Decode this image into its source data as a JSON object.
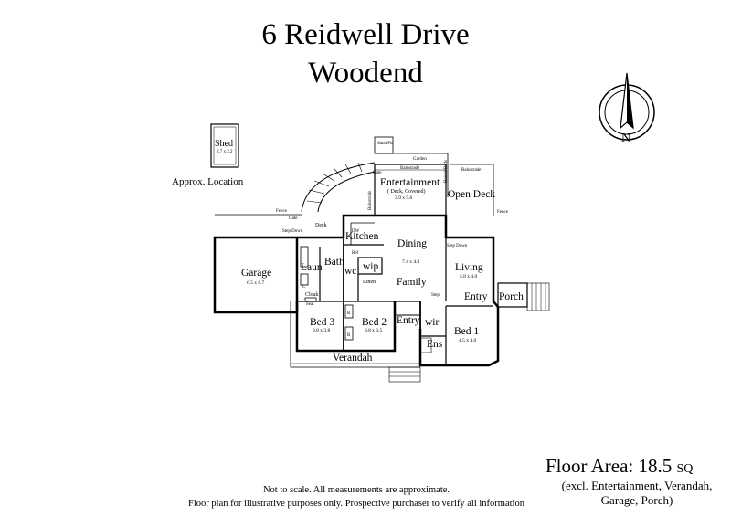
{
  "title": {
    "line1": "6 Reidwell Drive",
    "line2": "Woodend"
  },
  "compass": {
    "letter": "N"
  },
  "shed": {
    "name": "Shed",
    "dims": "2.7 x 2.2",
    "note": "Approx. Location"
  },
  "rooms": {
    "entertainment": {
      "name": "Entertainment",
      "sub": "( Deck, Covered)",
      "dims": "3.9 x 5.6"
    },
    "open_deck": "Open Deck",
    "kitchen": "Kitchen",
    "dining": "Dining",
    "family": "Family",
    "family_dims": "7.4 x 4.8",
    "garage": {
      "name": "Garage",
      "dims": "6.5 x 6.7"
    },
    "laundry": "Laun",
    "bath": "Bath",
    "wc": "wc",
    "wip": "wip",
    "linen": "Linen",
    "living": {
      "name": "Living",
      "dims": "5.8 x 4.0"
    },
    "entry_front": "Entry",
    "entry_hall": "Entry",
    "porch": "Porch",
    "cloak": "Cloak",
    "seat": "Seat",
    "bed3": {
      "name": "Bed 3",
      "dims": "3.8 x 3.8"
    },
    "bed2": {
      "name": "Bed 2",
      "dims": "3.8 x 3.5"
    },
    "bed1": {
      "name": "Bed 1",
      "dims": "4.5 x 4.0"
    },
    "wir": "wir",
    "ens": "Ens",
    "verandah": "Verandah",
    "deck": "Deck"
  },
  "small_labels": {
    "sand_pit": "Sand Pit",
    "garden": "Garden",
    "balustrade_1": "Balustrade",
    "balustrade_2": "Balustrade",
    "balustrade_v": "Balustrade",
    "raised_beds": "Raised Beds",
    "gate_top": "Gate",
    "gate_left": "Gate",
    "fence_left": "Fence",
    "fence_right": "Fence",
    "step_down_left": "Step Down",
    "step_down_right": "Step Down",
    "step": "Step",
    "dw": "DW",
    "ref": "Ref",
    "c": "C",
    "r1": "R",
    "r2": "R"
  },
  "floor_area": {
    "label": "Floor Area: 18.5",
    "unit": "SQ",
    "note_line1": "(excl. Entertainment, Verandah,",
    "note_line2": "Garage, Porch)"
  },
  "disclaimer": {
    "line1": "Not to scale. All measurements are approximate.",
    "line2": "Floor plan for illustrative purposes only. Prospective purchaser to verify all information"
  }
}
